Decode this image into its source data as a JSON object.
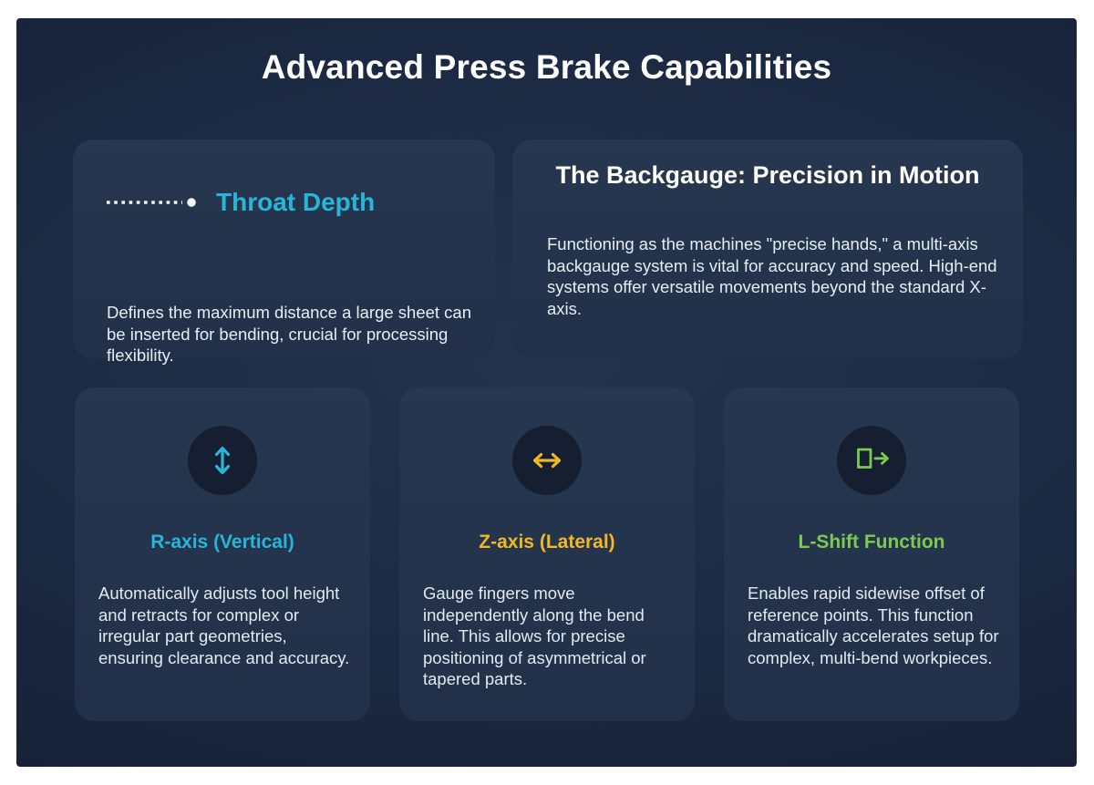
{
  "page": {
    "title": "Advanced Press Brake Capabilities",
    "colors": {
      "background_navy": "#1b2942",
      "card_navy": "#25344c",
      "icon_circle": "#151f31",
      "accent_cyan": "#27b6d8",
      "accent_gold": "#f1b821",
      "accent_green": "#7ec94f",
      "text_body": "#e7edf4",
      "text_title": "#ffffff"
    }
  },
  "cards": {
    "throat_depth": {
      "icon": "dotted-measure-icon",
      "title": "Throat Depth",
      "body": "Defines the maximum distance a large sheet can be inserted for bending, crucial for processing flexibility."
    },
    "backgauge": {
      "title": "The Backgauge: Precision in Motion",
      "body": "Functioning as the machines \"precise hands,\" a multi-axis backgauge system is vital for accuracy and speed. High-end systems offer versatile movements beyond the standard X-axis."
    },
    "axes": [
      {
        "icon": "vertical-double-arrow-icon",
        "color": "#27b6d8",
        "title": "R-axis (Vertical)",
        "body": "Automatically adjusts tool height and retracts for complex or irregular part geometries, ensuring clearance and accuracy."
      },
      {
        "icon": "horizontal-double-arrow-icon",
        "color": "#f1b821",
        "title": "Z-axis (Lateral)",
        "body": "Gauge fingers move independently along the bend line. This allows for precise positioning of asymmetrical or tapered parts."
      },
      {
        "icon": "rect-shift-right-icon",
        "color": "#7ec94f",
        "title": "L-Shift Function",
        "body": "Enables rapid sidewise offset of reference points. This function dramatically accelerates setup for complex, multi-bend workpieces."
      }
    ]
  }
}
